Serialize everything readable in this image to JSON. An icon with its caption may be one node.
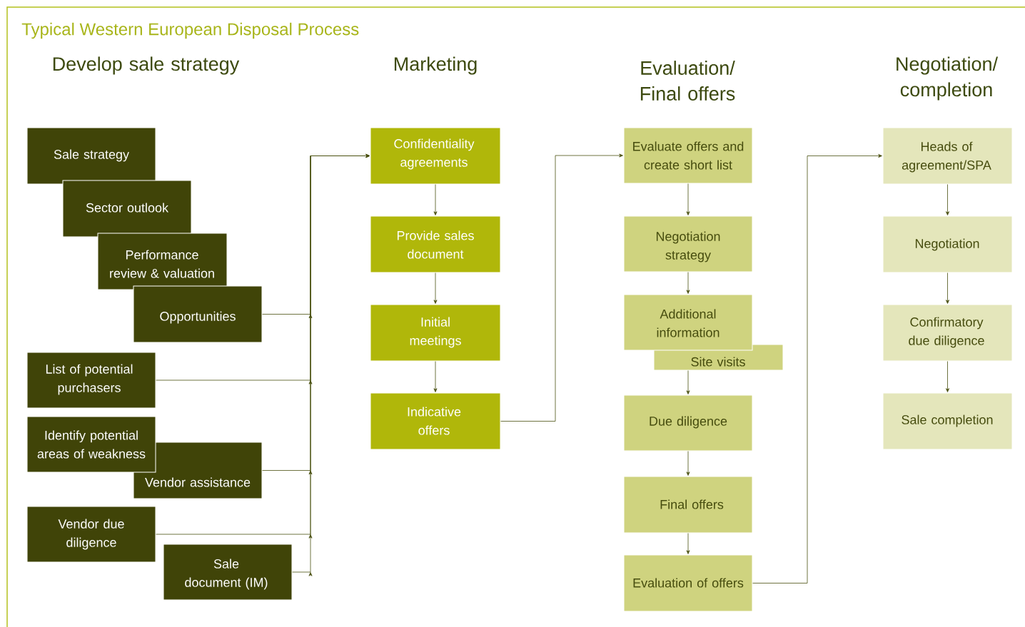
{
  "diagram": {
    "title": "Typical Western European Disposal Process",
    "nodes": [
      {
        "text": [
          "Sale strategy"
        ]
      },
      {
        "text": [
          "Sector outlook"
        ]
      },
      {
        "text": [
          "Performance review & valuation"
        ]
      },
      {
        "text": [
          "Opportunities"
        ]
      },
      {
        "text": [
          "List of potential purchasers"
        ]
      },
      {
        "text": [
          "Identify potential areas of weakness"
        ]
      },
      {
        "text": [
          "Vendor assistance"
        ]
      },
      {
        "text": [
          "Vendor due diligence"
        ]
      },
      {
        "text": [
          "Sale document (IM)"
        ]
      },
      {
        "text": [
          "Confidentiality agreements"
        ]
      },
      {
        "text": [
          "Provide sales document"
        ]
      },
      {
        "text": [
          "Initial meetings"
        ]
      },
      {
        "text": [
          "Indicative offers"
        ]
      },
      {
        "text": [
          "Evaluate offers and create short list"
        ]
      },
      {
        "text": [
          "Negotiation strategy"
        ]
      },
      {
        "text": [
          "Additional information"
        ]
      },
      {
        "text": [
          "Site visits"
        ]
      },
      {
        "text": [
          "Due diligence"
        ]
      },
      {
        "text": [
          "Final offers"
        ]
      },
      {
        "text": [
          "Evaluation of offers"
        ]
      },
      {
        "text": [
          "Heads of agreement/SPA"
        ]
      },
      {
        "text": [
          "Negotiation"
        ]
      },
      {
        "text": [
          "Confirmatory due diligence"
        ]
      },
      {
        "text": [
          "Sale completion"
        ]
      }
    ],
    "edges": [
      {
        "from": 3,
        "to": 9,
        "arrow": "to"
      },
      {
        "from": 4,
        "to": 9,
        "arrow": "to"
      },
      {
        "from": 6,
        "to": 9,
        "arrow": "to"
      },
      {
        "from": 7,
        "to": 9,
        "arrow": "to"
      },
      {
        "from": 8,
        "to": 9,
        "arrow": "to"
      },
      {
        "from": 9,
        "to": 10,
        "arrow": "to"
      },
      {
        "from": 10,
        "to": 11,
        "arrow": "to"
      },
      {
        "from": 11,
        "to": 12,
        "arrow": "to"
      },
      {
        "from": 12,
        "to": 13,
        "arrow": "to"
      },
      {
        "from": 13,
        "to": 14,
        "arrow": "to"
      },
      {
        "from": 14,
        "to": 15,
        "arrow": "to"
      },
      {
        "from": 16,
        "to": 17,
        "arrow": "to"
      },
      {
        "from": 17,
        "to": 18,
        "arrow": "to"
      },
      {
        "from": 18,
        "to": 19,
        "arrow": "to"
      },
      {
        "from": 19,
        "to": 20,
        "arrow": "to"
      },
      {
        "from": 20,
        "to": 21,
        "arrow": "to"
      },
      {
        "from": 21,
        "to": 22,
        "arrow": "to"
      },
      {
        "from": 22,
        "to": 23,
        "arrow": "to"
      }
    ],
    "labels": [
      "Develop sale strategy",
      "Marketing",
      "Evaluation/ Final offers",
      "Negotiation/ completion"
    ]
  }
}
